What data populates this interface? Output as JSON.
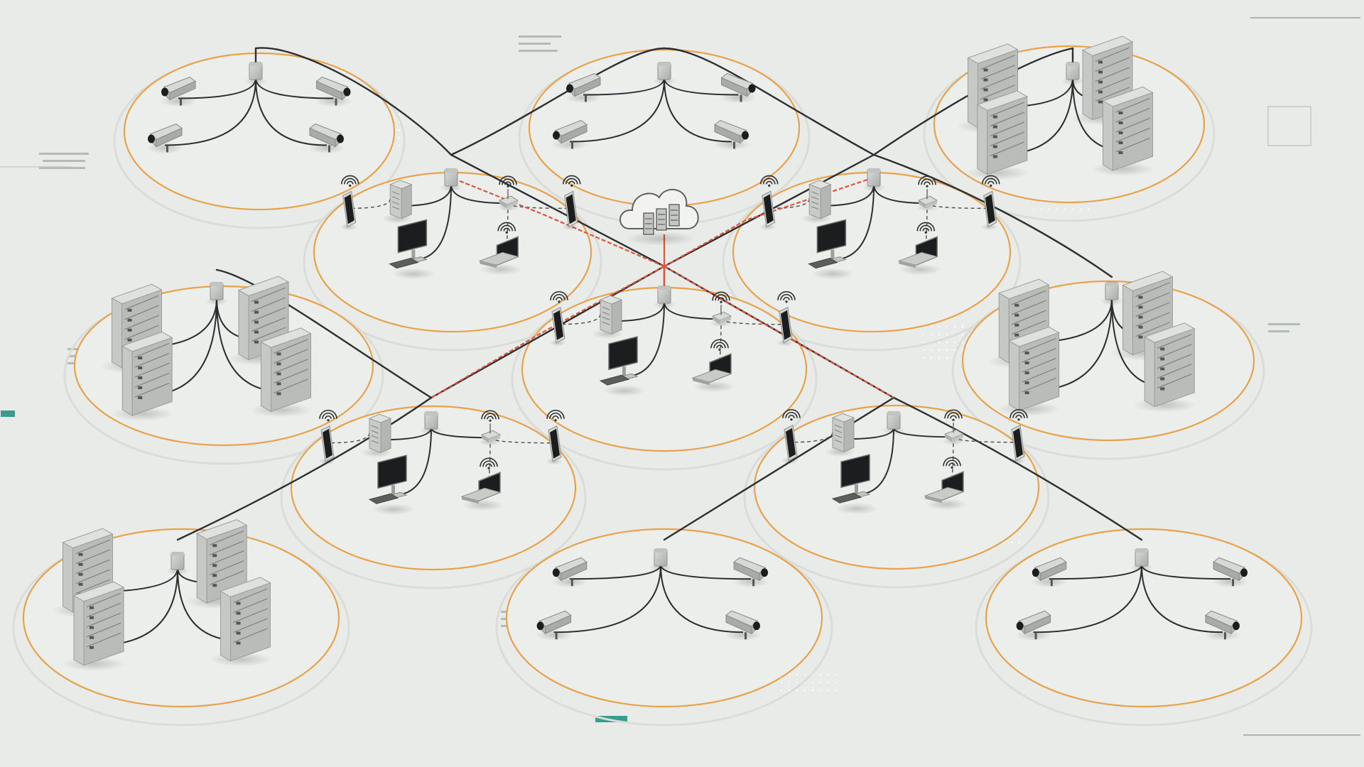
{
  "colors": {
    "background": "#e9ebe8",
    "ring": "#e8a24a",
    "ring_shadow": "#d9dcd8",
    "cable": "#2c2f31",
    "dashed_link": "#4a4d4f",
    "cloud_link": "#e2543a",
    "device_light": "#cfd1cf",
    "device_dark": "#8f9390",
    "screen": "#1b1d1f",
    "hud_accent": "#3a9c8c"
  },
  "icons": {
    "cloud": "cloud-server-icon",
    "camera": "security-camera-icon",
    "server": "server-rack-icon",
    "tower": "desktop-tower-icon",
    "monitor": "monitor-icon",
    "laptop": "laptop-icon",
    "phone": "smartphone-icon",
    "router": "wifi-router-icon",
    "hub": "network-switch-icon"
  },
  "clusters": [
    {
      "id": "cameras-top-left",
      "kind": "cameras"
    },
    {
      "id": "cameras-top-center",
      "kind": "cameras"
    },
    {
      "id": "servers-top-right",
      "kind": "servers"
    },
    {
      "id": "office-upper-left",
      "kind": "office"
    },
    {
      "id": "office-upper-right",
      "kind": "office"
    },
    {
      "id": "servers-mid-left",
      "kind": "servers"
    },
    {
      "id": "office-center",
      "kind": "office"
    },
    {
      "id": "servers-mid-right",
      "kind": "servers"
    },
    {
      "id": "office-lower-left",
      "kind": "office"
    },
    {
      "id": "office-lower-right",
      "kind": "office"
    },
    {
      "id": "servers-bottom-left",
      "kind": "servers"
    },
    {
      "id": "cameras-bottom-center",
      "kind": "cameras"
    },
    {
      "id": "cameras-bottom-right",
      "kind": "cameras"
    }
  ]
}
